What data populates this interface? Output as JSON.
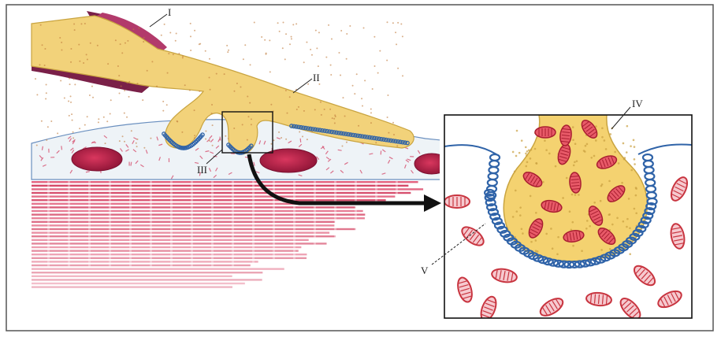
{
  "labels": {
    "l1": "I",
    "l2": "II",
    "l3": "III",
    "l4": "IV",
    "l5": "V"
  },
  "colors": {
    "frame": "#555555",
    "axon": "#f2d27a",
    "axon_edge": "#c9a440",
    "myelin": "#7a2048",
    "sarcoplasm": "#eef3f7",
    "membrane": "#2f63a8",
    "nucleus": "#b81d45",
    "muscle": "#d23a5c",
    "mitochondria": "#c8343f",
    "arrow": "#111111"
  },
  "icons": [
    "zoom-arrow-icon"
  ]
}
